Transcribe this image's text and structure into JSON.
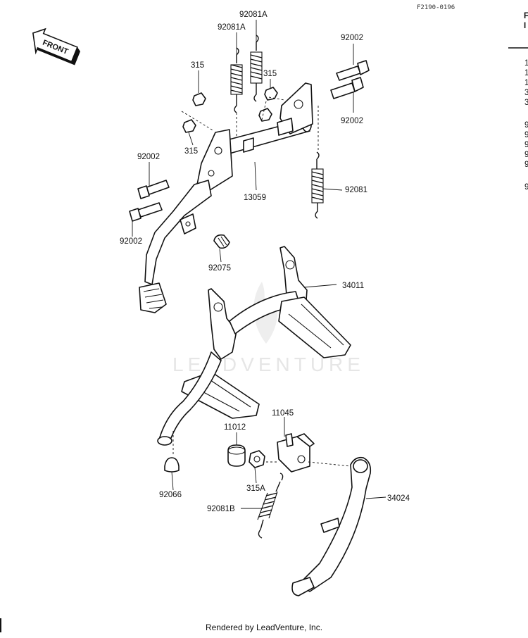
{
  "diagram_code": "F2190-0196",
  "front_label": "FRONT",
  "watermark": "LEADVENTURE",
  "footer": "Rendered by LeadVenture, Inc.",
  "parts": [
    {
      "id": "92081a_1",
      "label": "92081A"
    },
    {
      "id": "92081a_2",
      "label": "92081A"
    },
    {
      "id": "92002_tr1",
      "label": "92002"
    },
    {
      "id": "92002_tr2",
      "label": "92002"
    },
    {
      "id": "315_1",
      "label": "315"
    },
    {
      "id": "315_2",
      "label": "315"
    },
    {
      "id": "315_3",
      "label": "315"
    },
    {
      "id": "92002_l1",
      "label": "92002"
    },
    {
      "id": "92002_l2",
      "label": "92002"
    },
    {
      "id": "13059",
      "label": "13059"
    },
    {
      "id": "92081",
      "label": "92081"
    },
    {
      "id": "92075",
      "label": "92075"
    },
    {
      "id": "34011",
      "label": "34011"
    },
    {
      "id": "11045",
      "label": "11045"
    },
    {
      "id": "11012",
      "label": "11012"
    },
    {
      "id": "315a",
      "label": "315A"
    },
    {
      "id": "92066",
      "label": "92066"
    },
    {
      "id": "92081b",
      "label": "92081B"
    },
    {
      "id": "34024",
      "label": "34024"
    }
  ]
}
